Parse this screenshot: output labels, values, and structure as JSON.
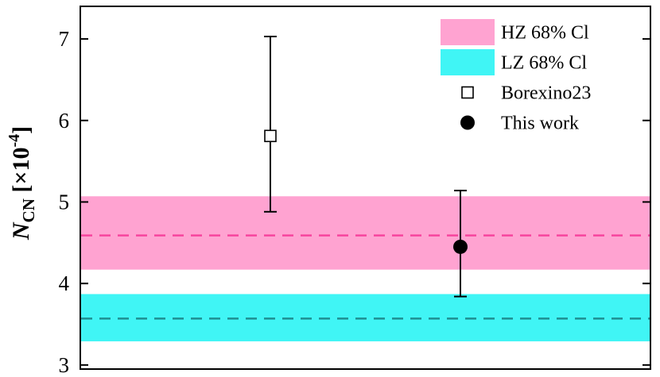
{
  "chart_data": {
    "type": "scatter",
    "ylabel": {
      "symbol": "N",
      "subscript": "CN",
      "unit_prefix": " [×10",
      "exponent": "-4",
      "unit_suffix": "]"
    },
    "ylim": [
      2.95,
      7.4
    ],
    "y_ticks": [
      {
        "value": 3,
        "label": "3"
      },
      {
        "value": 4,
        "label": "4"
      },
      {
        "value": 5,
        "label": "5"
      },
      {
        "value": 6,
        "label": "6"
      },
      {
        "value": 7,
        "label": "7"
      }
    ],
    "xlim": [
      0,
      3
    ],
    "bands": [
      {
        "name": "HZ 68% Cl",
        "low": 4.17,
        "high": 5.07,
        "center": 4.59,
        "fill": "#ffa3d1",
        "line": "#f7449e"
      },
      {
        "name": "LZ 68% Cl",
        "low": 3.29,
        "high": 3.87,
        "center": 3.57,
        "fill": "#40f5f5",
        "line": "#1f8e91"
      }
    ],
    "series": [
      {
        "name": "Borexino23",
        "marker": "open-square",
        "x": 1.0,
        "y": 5.81,
        "err_low": 4.88,
        "err_high": 7.03
      },
      {
        "name": "This work",
        "marker": "filled-circle",
        "x": 2.0,
        "y": 4.45,
        "err_low": 3.84,
        "err_high": 5.14
      }
    ],
    "legend_position": "top-right",
    "grid": false
  }
}
